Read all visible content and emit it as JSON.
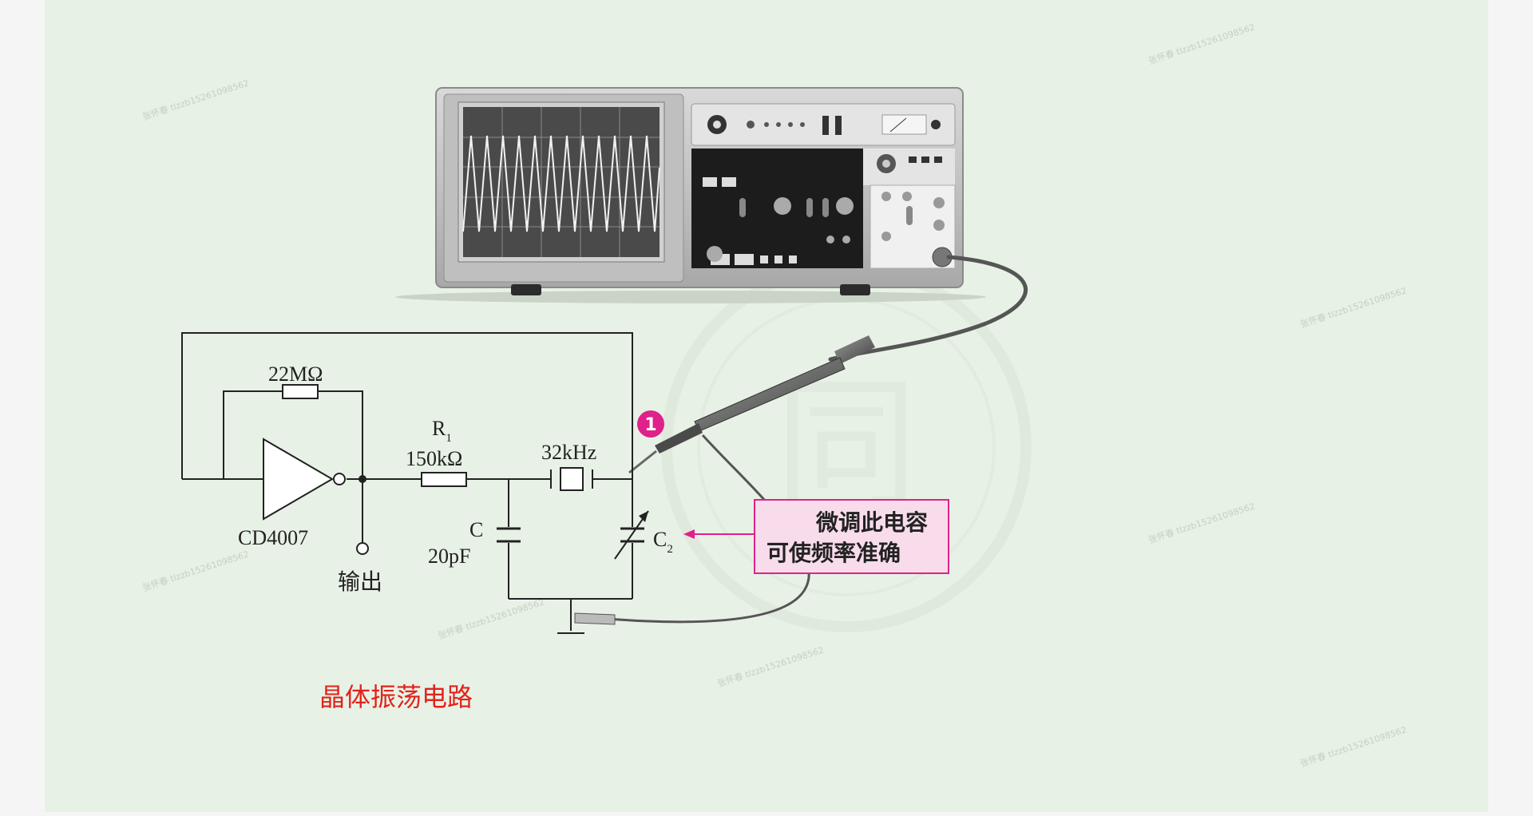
{
  "diagram": {
    "caption": "晶体振荡电路",
    "components": {
      "feedback_resistor": "22MΩ",
      "inverter": "CD4007",
      "output_label": "输出",
      "r1_name": "R",
      "r1_sub": "1",
      "r1_value": "150kΩ",
      "crystal": "32kHz",
      "cap_c_name": "C",
      "cap_c_value": "20pF",
      "cap_c2_name": "C",
      "cap_c2_sub": "2"
    },
    "marker": "1",
    "callout": {
      "line1": "微调此电容",
      "line2": "可使频率准确"
    },
    "watermark": "张怀春 tlzzb15261098562",
    "colors": {
      "background": "#e8f1e6",
      "callout_bg": "#f9dcec",
      "callout_border": "#e0218a",
      "marker": "#e0218a",
      "caption": "#e2231a"
    }
  }
}
